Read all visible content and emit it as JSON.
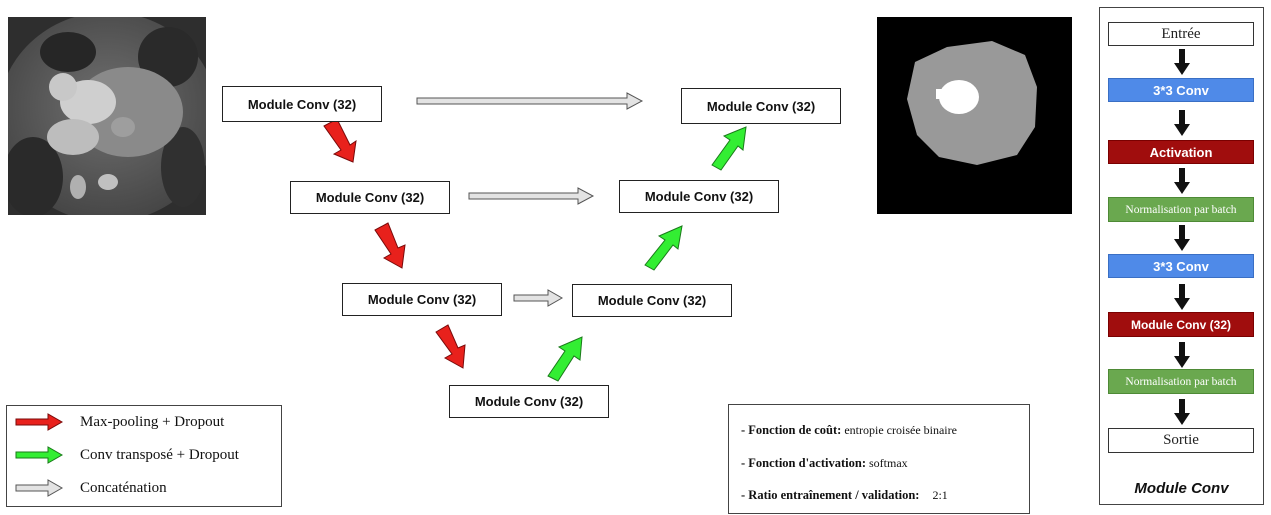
{
  "unet": {
    "level1_left": "Module Conv (32)",
    "level1_right": "Module Conv (32)",
    "level2_left": "Module Conv (32)",
    "level2_right": "Module Conv (32)",
    "level3_left": "Module Conv (32)",
    "level3_right": "Module Conv (32)",
    "bottom": "Module Conv (32)"
  },
  "legend": {
    "items": [
      {
        "label": "Max-pooling + Dropout",
        "color": "#e8211c"
      },
      {
        "label": "Conv transposé + Dropout",
        "color": "#33ee33"
      },
      {
        "label": "Concaténation",
        "color": "#d9d9d9"
      }
    ]
  },
  "parameters": {
    "loss_label": "- Fonction de coût:",
    "loss_value": "entropie croisée binaire",
    "activation_label": "- Fonction d'activation:",
    "activation_value": "softmax",
    "ratio_label": "- Ratio entraînement / validation:",
    "ratio_value": "2:1"
  },
  "module_conv_panel": {
    "title": "Module Conv",
    "steps": [
      {
        "label": "Entrée",
        "style": "white"
      },
      {
        "label": "3*3 Conv",
        "style": "blue"
      },
      {
        "label": "Activation",
        "style": "red"
      },
      {
        "label": "Normalisation par batch",
        "style": "green"
      },
      {
        "label": "3*3 Conv",
        "style": "blue"
      },
      {
        "label": "Module Conv (32)",
        "style": "red"
      },
      {
        "label": "Normalisation par batch",
        "style": "green"
      },
      {
        "label": "Sortie",
        "style": "white"
      }
    ]
  },
  "colors": {
    "down_arrow": "#e8211c",
    "up_arrow": "#33ee33",
    "concat_arrow": "#d9d9d9",
    "conv_blue": "#4f8ae8",
    "activation_red": "#a00d0d",
    "norm_green": "#6aa84f"
  }
}
